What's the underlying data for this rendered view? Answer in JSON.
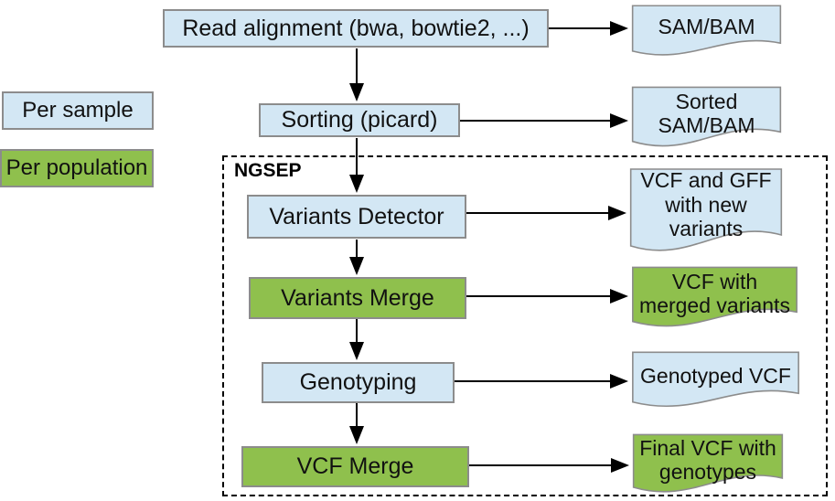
{
  "diagram": {
    "group_label": "NGSEP",
    "legend": {
      "per_sample": "Per sample",
      "per_population": "Per population"
    },
    "steps": {
      "read_alignment": "Read alignment (bwa, bowtie2, ...)",
      "sorting": "Sorting (picard)",
      "variants_detector": "Variants Detector",
      "variants_merge": "Variants Merge",
      "genotyping": "Genotyping",
      "vcf_merge": "VCF Merge"
    },
    "outputs": {
      "sam_bam": "SAM/BAM",
      "sorted_sam_bam": "Sorted\nSAM/BAM",
      "vcf_gff_new_variants": "VCF and GFF\nwith new\nvariants",
      "vcf_merged_variants": "VCF with\nmerged variants",
      "genotyped_vcf": "Genotyped VCF",
      "final_vcf_genotypes": "Final VCF with\ngenotypes"
    },
    "colors": {
      "per_sample_fill": "#d3e7f4",
      "per_population_fill": "#8fc04d",
      "box_border": "#8c8c8c",
      "group_border": "#000000",
      "arrow": "#000000"
    }
  }
}
